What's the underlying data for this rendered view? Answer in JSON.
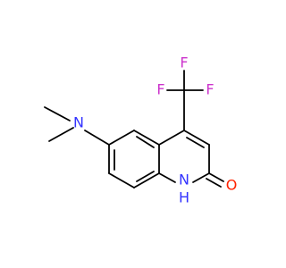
{
  "atoms": {
    "n_amine": "N",
    "f_top": "F",
    "f_left": "F",
    "f_right": "F",
    "n_ring": "N",
    "h_ring": "H",
    "o_carbonyl": "O"
  },
  "colors": {
    "bond": "#000000",
    "nitrogen": "#3333ff",
    "fluorine": "#cc33cc",
    "oxygen": "#ff2200"
  }
}
